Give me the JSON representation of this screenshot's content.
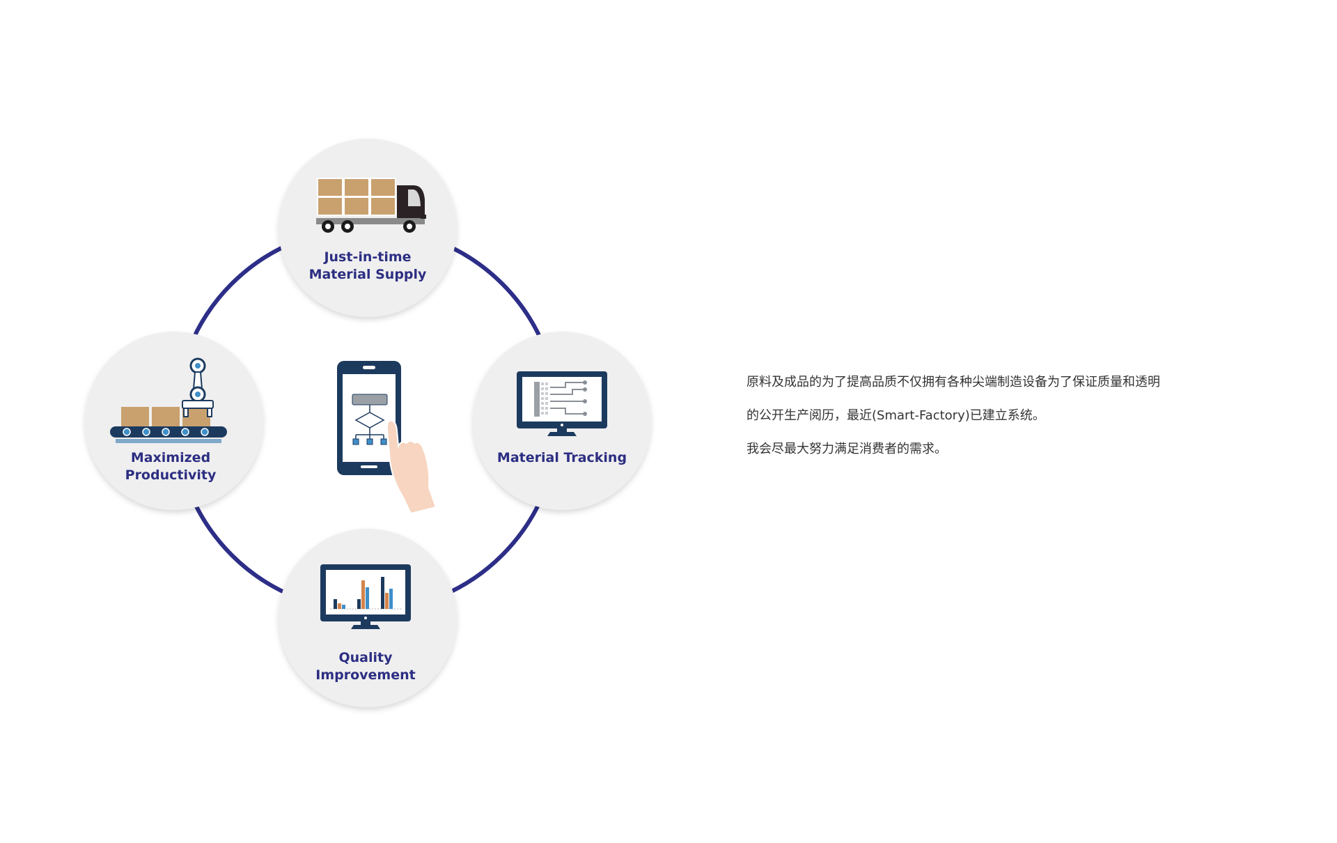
{
  "diagram": {
    "nodes": {
      "top": {
        "line1": "Just-in-time",
        "line2": "Material Supply",
        "icon": "delivery-truck-icon"
      },
      "right": {
        "line1": "Material Tracking",
        "icon": "monitor-circuit-icon"
      },
      "bottom": {
        "line1": "Quality",
        "line2": "Improvement",
        "icon": "monitor-bar-chart-icon"
      },
      "left": {
        "line1": "Maximized",
        "line2": "Productivity",
        "icon": "robot-arm-conveyor-icon"
      }
    },
    "center_icon": "smartphone-flowchart-touch-icon",
    "colors": {
      "ring": "#2c2e87",
      "label": "#2c2e82",
      "circle_fill": "#efefef",
      "navy": "#1c3a5e",
      "box": "#c9a16f",
      "accent_blue": "#3f8fc8",
      "accent_orange": "#d4844a",
      "skin": "#f7d5c0"
    }
  },
  "description": {
    "line1": "原料及成品的为了提高品质不仅拥有各种尖端制造设备为了保证质量和透明",
    "line2": "的公开生产阅历，最近(Smart-Factory)已建立系统。",
    "line3": "我会尽最大努力满足消费者的需求。"
  }
}
